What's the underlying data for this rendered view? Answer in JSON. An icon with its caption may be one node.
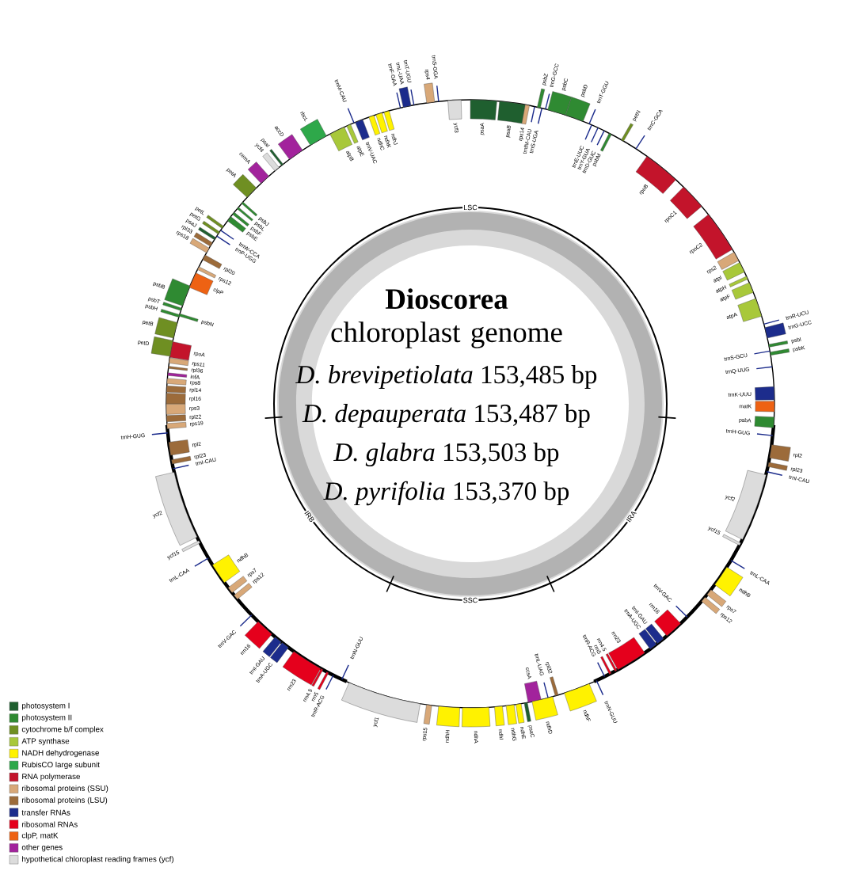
{
  "diagram": {
    "title": "**Dioscorea** chloroplast genome",
    "labels": [
      "*D. brevipetiolata* 153,485 bp",
      "*D. depauperata* 153,487 bp",
      "*D. glabra* 153,503 bp",
      "*D. pyrifolia* 153,370 bp",
      "LSC",
      "IRA",
      "SSC",
      "IRB",
      "psaA",
      "psaB",
      "rps14",
      "trnfM-CAU",
      "psbZ",
      "trnG-GCC",
      "trnS-UGA",
      "psbC",
      "psbD",
      "trnT-GGU",
      "trnE-UUC",
      "trnY-GUA",
      "trnD-GUC",
      "psbM",
      "petN",
      "trnC-GCA",
      "rpoB",
      "rpoC1",
      "rpoC2",
      "rps2",
      "atpI",
      "atpH",
      "atpF",
      "atpA",
      "trnR-UCU",
      "trnG-UCC",
      "psbI",
      "psbK",
      "trnS-GCU",
      "trnQ-UUG",
      "trnK-UUU",
      "matK",
      "psbA",
      "trnH-GUG",
      "rpl2",
      "rpl23",
      "trnI-CAU",
      "ycf2",
      "ycf15",
      "trnL-CAA",
      "ndhB",
      "rps7",
      "rps12",
      "trnV-GAC",
      "rrn16",
      "trnI-GAU",
      "trnA-UGC",
      "rrn23",
      "rrn4.5",
      "rrn5",
      "trnR-ACG",
      "trnN-GUU",
      "ndhF",
      "rpl32",
      "trnL-UAG",
      "ccsA",
      "ndhD",
      "psaC",
      "ndhE",
      "ndhG",
      "ndhI",
      "ndhA",
      "ndhH",
      "rps15",
      "ycf1",
      "trnN-GUU",
      "trnR-ACG",
      "rrn5",
      "rrn4.5",
      "rrn23",
      "trnA-UGC",
      "trnI-GAU",
      "rrn16",
      "trnV-GAC",
      "rps12",
      "rps7",
      "ndhB",
      "trnL-CAA",
      "ycf15",
      "ycf2",
      "trnI-CAU",
      "rpl23",
      "rpl2",
      "trnH-GUG",
      "rps19",
      "rpl22",
      "rps3",
      "rpl16",
      "rpl14",
      "rps8",
      "infA",
      "rpl36",
      "rps11",
      "rpoA",
      "petD",
      "petB",
      "psbH",
      "psbT",
      "psbN",
      "psbB",
      "clpP",
      "rps12",
      "rpl20",
      "rps18",
      "rpl33",
      "psaJ",
      "trnP-UGG",
      "trnW-CCA",
      "petG",
      "petL",
      "psbE",
      "psbF",
      "psbL",
      "psbJ",
      "petA",
      "cemA",
      "ycf4",
      "psaI",
      "accD",
      "rbcL",
      "atpB",
      "atpE",
      "trnM-CAU",
      "trnV-UAC",
      "ndhC",
      "ndhK",
      "ndhJ",
      "trnF-GAA",
      "trnL-UAA",
      "trnT-UGU",
      "rps4",
      "trnS-GGA",
      "ycf3"
    ],
    "legend": [
      {
        "text": "photosystem I",
        "color": "#1f5f2f"
      },
      {
        "text": "photosystem II",
        "color": "#2f8a32"
      },
      {
        "text": "cytochrome b/f complex",
        "color": "#6f8f22"
      },
      {
        "text": "ATP synthase",
        "color": "#a8c83a"
      },
      {
        "text": "NADH dehydrogenase",
        "color": "#fff200"
      },
      {
        "text": "RubisCO large subunit",
        "color": "#2ea84a"
      },
      {
        "text": "RNA polymerase",
        "color": "#c3142b"
      },
      {
        "text": "ribosomal proteins (SSU)",
        "color": "#d8a878"
      },
      {
        "text": "ribosomal proteins (LSU)",
        "color": "#9c6b3a"
      },
      {
        "text": "transfer RNAs",
        "color": "#1c2c8c"
      },
      {
        "text": "ribosomal RNAs",
        "color": "#e5001c"
      },
      {
        "text": "clpP, matK",
        "color": "#ee6213"
      },
      {
        "text": "other genes",
        "color": "#a2239c"
      },
      {
        "text": "hypothetical chloroplast reading frames (ycf)",
        "color": "#dcdcdc"
      }
    ]
  }
}
